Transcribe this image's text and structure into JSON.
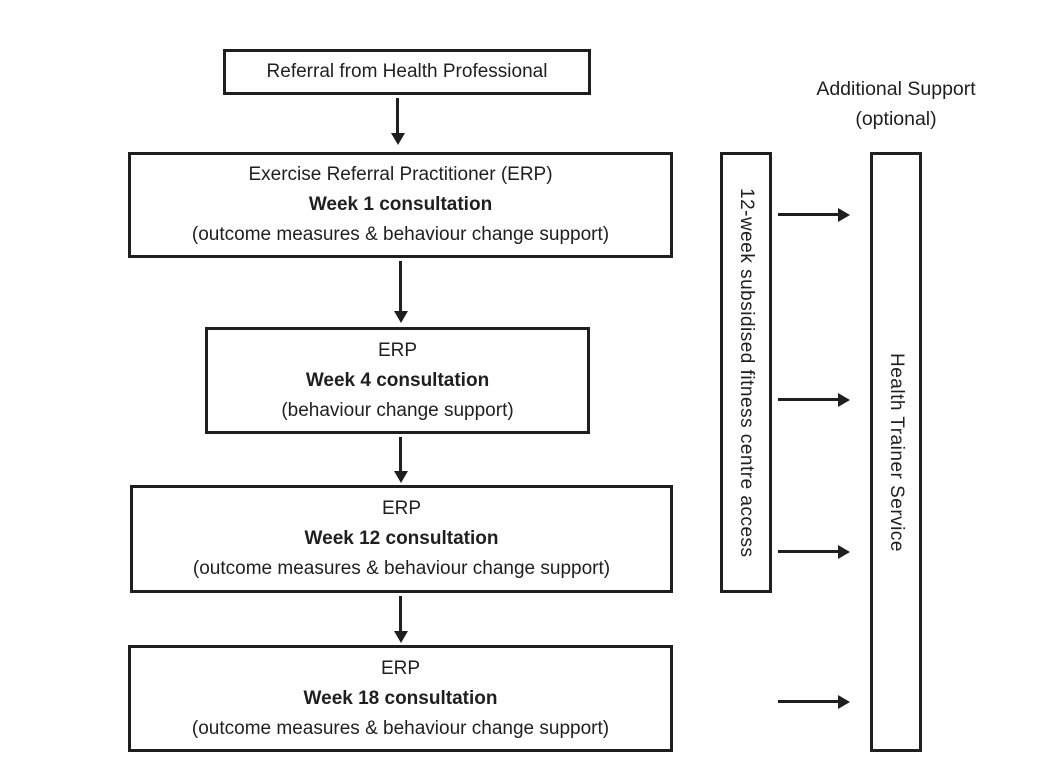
{
  "diagram": {
    "referral": "Referral from Health Professional",
    "steps": [
      {
        "line1": "Exercise Referral Practitioner (ERP)",
        "line2": "Week 1 consultation",
        "line3": "(outcome measures & behaviour change support)"
      },
      {
        "line1": "ERP",
        "line2": "Week 4 consultation",
        "line3": "(behaviour change support)"
      },
      {
        "line1": "ERP",
        "line2": "Week 12 consultation",
        "line3": "(outcome measures & behaviour change support)"
      },
      {
        "line1": "ERP",
        "line2": "Week 18 consultation",
        "line3": "(outcome measures & behaviour change support)"
      }
    ],
    "fitness_access_label": "12-week subsidised fitness centre access",
    "additional_support": {
      "heading": "Additional Support",
      "subheading": "(optional)"
    },
    "health_trainer_label": "Health Trainer Service"
  },
  "colors": {
    "line": "#1f1f1f",
    "text": "#1f1f1f",
    "background": "#ffffff"
  }
}
